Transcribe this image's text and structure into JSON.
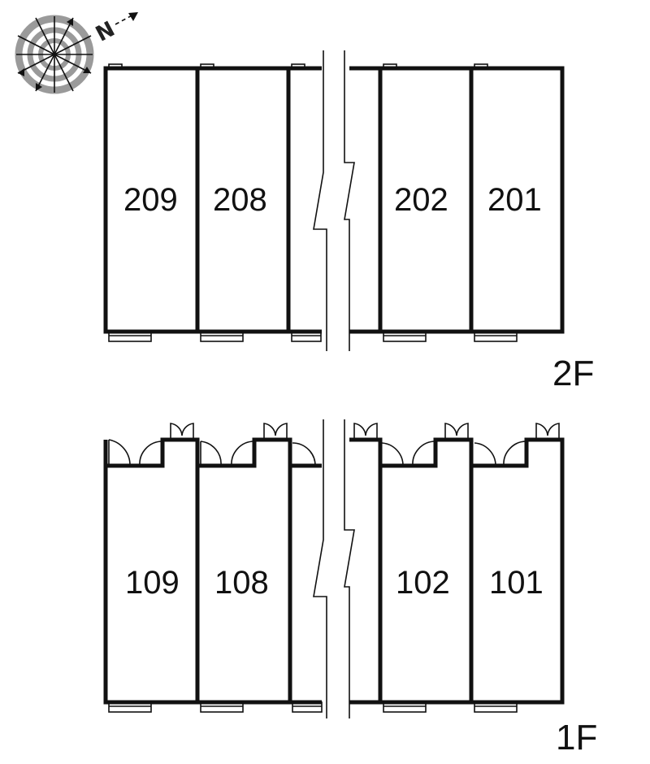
{
  "compass": {
    "label": "N"
  },
  "floors": [
    {
      "id": "2F",
      "label": "2F",
      "units": [
        {
          "number": "209"
        },
        {
          "number": "208"
        },
        {
          "number": "202"
        },
        {
          "number": "201"
        }
      ]
    },
    {
      "id": "1F",
      "label": "1F",
      "units": [
        {
          "number": "109"
        },
        {
          "number": "108"
        },
        {
          "number": "102"
        },
        {
          "number": "101"
        }
      ]
    }
  ],
  "colors": {
    "line": "#111111",
    "compass_gray": "#9a9a9a",
    "background": "#ffffff"
  }
}
